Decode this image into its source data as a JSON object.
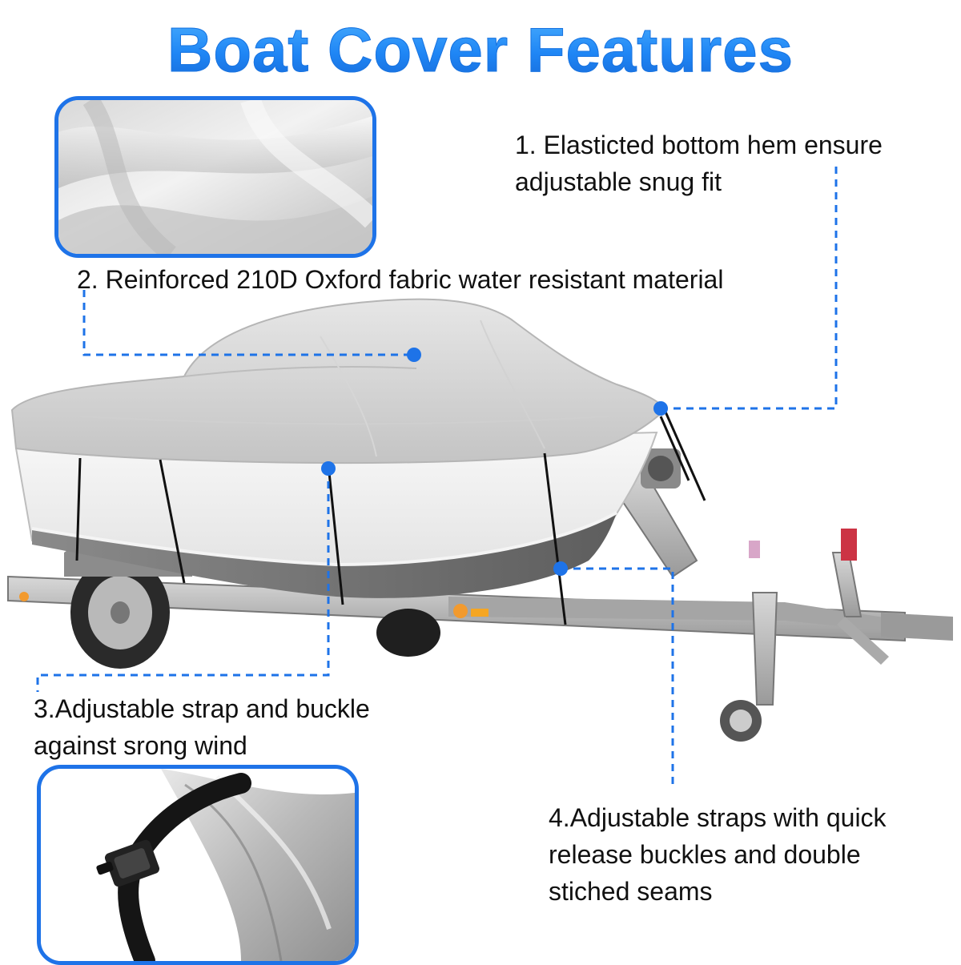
{
  "title": "Boat Cover Features",
  "features": {
    "f1": {
      "line1": "1. Elasticted bottom hem ensure",
      "line2": "adjustable snug fit"
    },
    "f2": {
      "line1": "2. Reinforced 210D Oxford fabric water resistant material"
    },
    "f3": {
      "line1": "3.Adjustable strap and buckle",
      "line2": "against srong wind"
    },
    "f4": {
      "line1": "4.Adjustable straps with quick",
      "line2": "release buckles and double",
      "line3": "stiched seams"
    }
  },
  "colors": {
    "accent": "#1e73e8",
    "title_gradient_top": "#4fb3ff",
    "title_gradient_bottom": "#1567d6",
    "text": "#111111"
  }
}
